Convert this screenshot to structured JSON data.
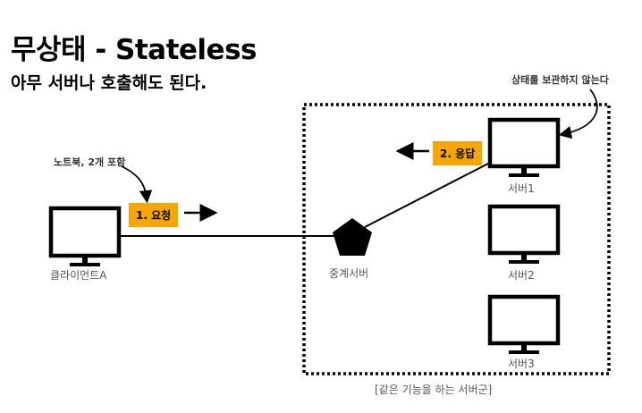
{
  "title": "무상태 - Stateless",
  "subtitle": "아무 서버나 호출해도 된다.",
  "annotations": {
    "client_note": "노트북, 2개 포함",
    "server_note": "상태를 보관하지 않는다",
    "group_label": "[같은 기능을 하는 서버군]"
  },
  "badges": {
    "request": "1. 요청",
    "response": "2. 응답"
  },
  "nodes": {
    "client": "클라이언트A",
    "relay": "중계서버",
    "server1": "서버1",
    "server2": "서버2",
    "server3": "서버3"
  },
  "colors": {
    "badge": "#f7a600",
    "line": "#000000"
  }
}
